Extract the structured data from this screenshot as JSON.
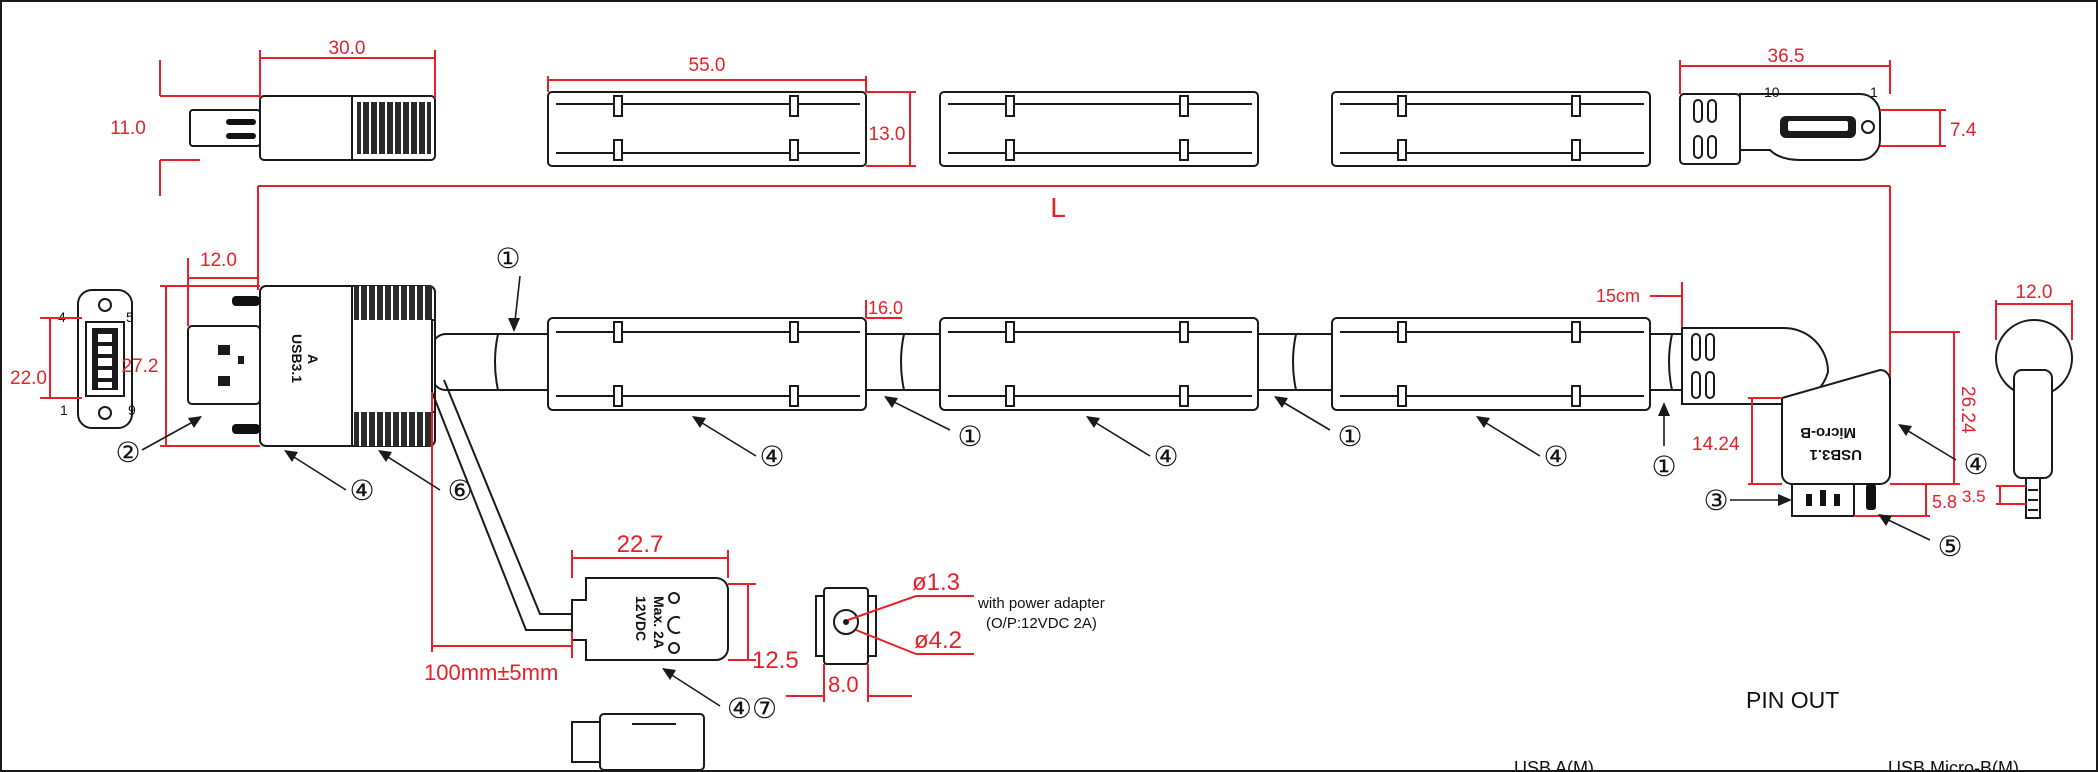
{
  "dimensions": {
    "top_plug_length": "30.0",
    "top_plug_height": "11.0",
    "ferrite_length": "55.0",
    "ferrite_height": "13.0",
    "micro_b_length": "36.5",
    "micro_b_height": "7.4",
    "micro_pin_10": "10",
    "micro_pin_1": "1",
    "cable_length": "L",
    "plug_tip": "12.0",
    "plug_height": "27.2",
    "usb_face_height": "22.0",
    "ferrite_gap": "16.0",
    "end_offset": "15cm",
    "micro_end_height": "26.24",
    "micro_mid_height": "14.24",
    "micro_tip_height": "5.8",
    "side_width": "12.0",
    "side_tip": "3.5",
    "dc_length": "22.7",
    "dc_height": "12.5",
    "dc_branch": "100mm±5mm",
    "jack_inner": "ø1.3",
    "jack_outer": "ø4.2",
    "jack_width": "8.0"
  },
  "pins": {
    "pin_4": "4",
    "pin_5": "5",
    "pin_1": "1",
    "pin_9": "9"
  },
  "callouts": {
    "c1": "①",
    "c2": "②",
    "c3": "③",
    "c4": "④",
    "c5": "⑤",
    "c6": "⑥",
    "c47": "④⑦"
  },
  "labels": {
    "usb_a_mark": "USB3.1",
    "usb_a_sub": "A",
    "micro_mark": "USB3.1",
    "micro_sub": "Micro-B",
    "dc_line1": "12VDC",
    "dc_line2": "Max. 2A",
    "adapter_line1": "with power adapter",
    "adapter_line2": "(O/P:12VDC 2A)",
    "pin_out": "PIN OUT",
    "table_usb_a": "USB A(M)",
    "table_micro_b": "USB Micro-B(M)"
  }
}
